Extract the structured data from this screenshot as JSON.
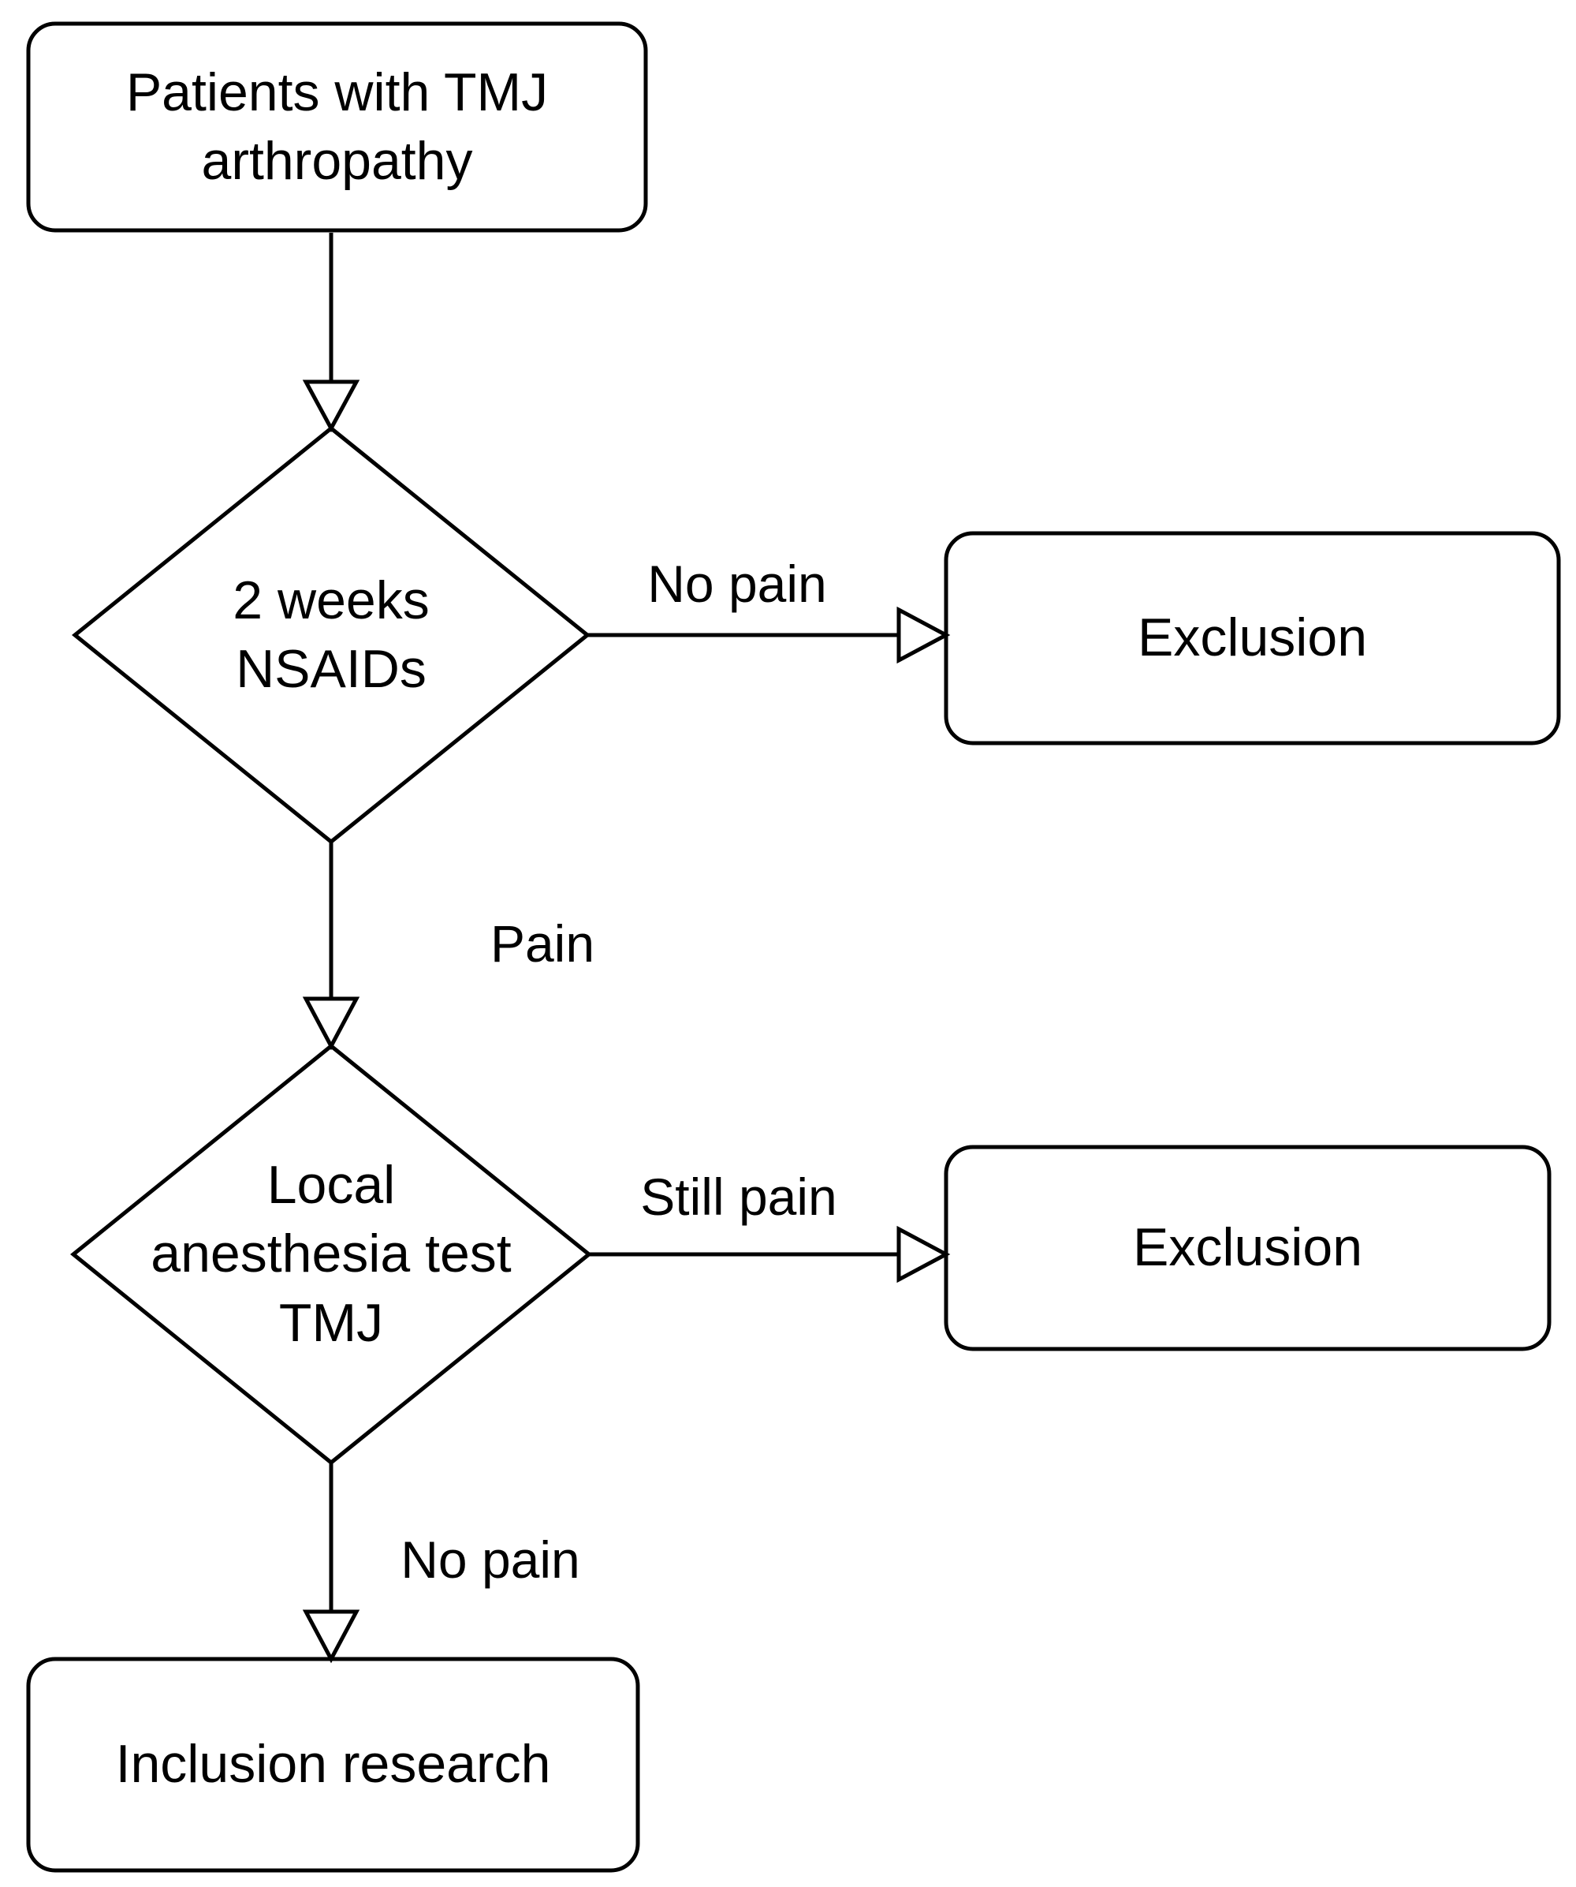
{
  "nodes": {
    "start": {
      "label": "Patients with TMJ\narthropathy"
    },
    "decision_nsaids": {
      "label": "2 weeks\nNSAIDs"
    },
    "exclusion_1": {
      "label": "Exclusion"
    },
    "decision_anesthesia": {
      "label": "Local\nanesthesia test\nTMJ"
    },
    "exclusion_2": {
      "label": "Exclusion"
    },
    "inclusion": {
      "label": "Inclusion research"
    }
  },
  "edge_labels": {
    "no_pain_1": "No pain",
    "pain": "Pain",
    "still_pain": "Still pain",
    "no_pain_2": "No pain"
  },
  "colors": {
    "stroke": "#000000",
    "text": "#000000",
    "node_fill": "#ffffff",
    "background": "#ffffff"
  }
}
